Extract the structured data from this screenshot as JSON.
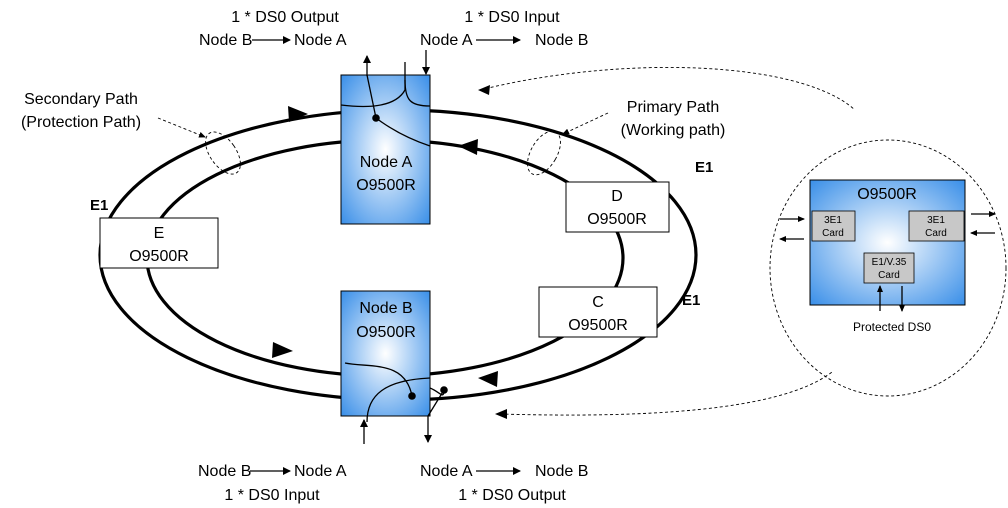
{
  "top_left": {
    "line1": "1 * DS0 Output",
    "line2_from": "Node B",
    "line2_to": "Node A"
  },
  "top_right": {
    "line1": "1 * DS0 Input",
    "line2_from": "Node A",
    "line2_to": "Node B"
  },
  "bottom_left": {
    "line1_from": "Node B",
    "line1_to": "Node A",
    "line2": "1 * DS0 Input"
  },
  "bottom_right": {
    "line1_from": "Node A",
    "line1_to": "Node B",
    "line2": "1 * DS0 Output"
  },
  "secondary_path": {
    "line1": "Secondary Path",
    "line2": "(Protection Path)"
  },
  "primary_path": {
    "line1": "Primary Path",
    "line2": "(Working path)"
  },
  "e1_labels": [
    "E1",
    "E1",
    "E1"
  ],
  "nodes": {
    "a": {
      "name": "Node A",
      "model": "O9500R"
    },
    "b": {
      "name": "Node B",
      "model": "O9500R"
    },
    "c": {
      "name": "C",
      "model": "O9500R"
    },
    "d": {
      "name": "D",
      "model": "O9500R"
    },
    "e": {
      "name": "E",
      "model": "O9500R"
    }
  },
  "detail": {
    "title": "O9500R",
    "card_left": [
      "3E1",
      "Card"
    ],
    "card_right": [
      "3E1",
      "Card"
    ],
    "card_bottom": [
      "E1/V.35",
      "Card"
    ],
    "protected": "Protected DS0"
  },
  "colors": {
    "node_fill": "#3a8fe8",
    "node_center": "#ffffff",
    "card_fill": "#c8c8c8"
  }
}
